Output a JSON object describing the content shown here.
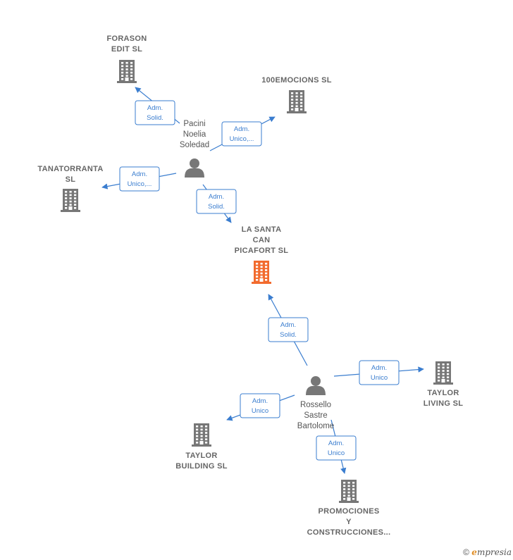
{
  "colors": {
    "edge": "#3a7dcf",
    "company": "#777777",
    "company_focus": "#f26b2e",
    "person": "#777777"
  },
  "companies": [
    {
      "id": "forason",
      "lines": [
        "FORASON",
        "EDIT  SL"
      ],
      "icon": "building-icon",
      "focus": false
    },
    {
      "id": "emocions",
      "lines": [
        "100EMOCIONS SL"
      ],
      "icon": "building-icon",
      "focus": false
    },
    {
      "id": "tanatorranta",
      "lines": [
        "TANATORRANTA",
        "SL"
      ],
      "icon": "building-icon",
      "focus": false
    },
    {
      "id": "lasanta",
      "lines": [
        "LA SANTA",
        "CAN",
        "PICAFORT  SL"
      ],
      "icon": "building-icon",
      "focus": true
    },
    {
      "id": "taylorliving",
      "lines": [
        "TAYLOR",
        "LIVING SL"
      ],
      "icon": "building-icon",
      "focus": false
    },
    {
      "id": "taylorbuilding",
      "lines": [
        "TAYLOR",
        "BUILDING  SL"
      ],
      "icon": "building-icon",
      "focus": false
    },
    {
      "id": "promociones",
      "lines": [
        "PROMOCIONES",
        "Y",
        "CONSTRUCCIONES..."
      ],
      "icon": "building-icon",
      "focus": false
    }
  ],
  "people": [
    {
      "id": "pacini",
      "lines": [
        "Pacini",
        "Noelia",
        "Soledad"
      ],
      "icon": "person-icon"
    },
    {
      "id": "rossello",
      "lines": [
        "Rossello",
        "Sastre",
        "Bartolome"
      ],
      "icon": "person-icon"
    }
  ],
  "edges": [
    {
      "from": "pacini",
      "to": "forason",
      "label": [
        "Adm.",
        "Solid."
      ]
    },
    {
      "from": "pacini",
      "to": "emocions",
      "label": [
        "Adm.",
        "Unico,..."
      ]
    },
    {
      "from": "pacini",
      "to": "tanatorranta",
      "label": [
        "Adm.",
        "Unico,..."
      ]
    },
    {
      "from": "pacini",
      "to": "lasanta",
      "label": [
        "Adm.",
        "Solid."
      ]
    },
    {
      "from": "rossello",
      "to": "lasanta",
      "label": [
        "Adm.",
        "Solid."
      ]
    },
    {
      "from": "rossello",
      "to": "taylorliving",
      "label": [
        "Adm.",
        "Unico"
      ]
    },
    {
      "from": "rossello",
      "to": "taylorbuilding",
      "label": [
        "Adm.",
        "Unico"
      ]
    },
    {
      "from": "rossello",
      "to": "promociones",
      "label": [
        "Adm.",
        "Unico"
      ]
    }
  ],
  "footer": {
    "copyright": "©",
    "brand_initial": "e",
    "brand_rest": "mpresia"
  }
}
